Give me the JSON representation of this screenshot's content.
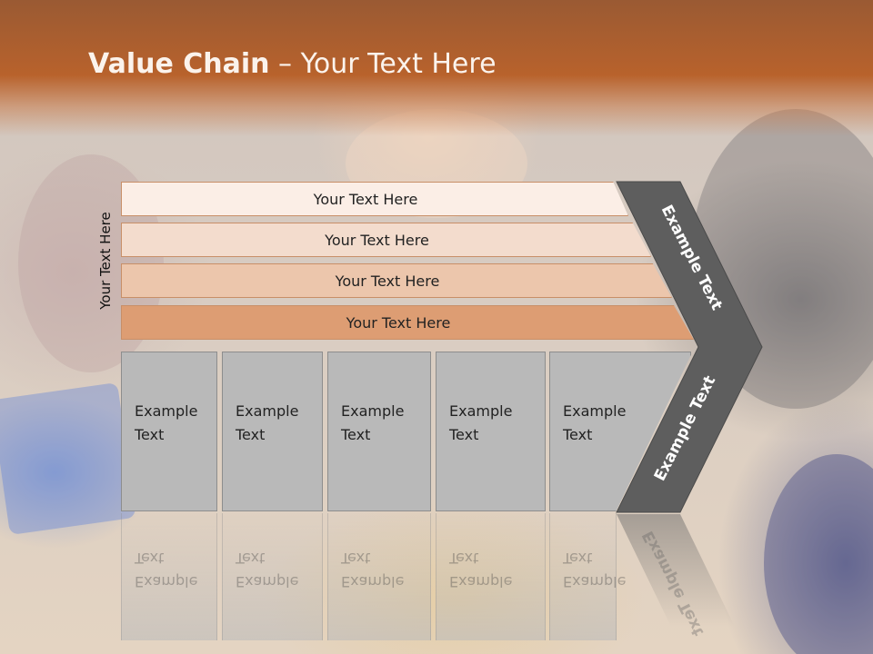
{
  "slide": {
    "title_bold": "Value Chain",
    "title_rest": " – Your Text Here",
    "side_label": "Your Text Here"
  },
  "rows": [
    {
      "label": "Your Text Here"
    },
    {
      "label": "Your Text Here"
    },
    {
      "label": "Your Text Here"
    },
    {
      "label": "Your Text Here"
    }
  ],
  "boxes": [
    {
      "line1": "Example",
      "line2": "Text"
    },
    {
      "line1": "Example",
      "line2": "Text"
    },
    {
      "line1": "Example",
      "line2": "Text"
    },
    {
      "line1": "Example",
      "line2": "Text"
    },
    {
      "line1": "Example",
      "line2": "Text"
    }
  ],
  "chevron": {
    "upper_label": "Example Text",
    "lower_label": "Example Text",
    "color": "#5e5e5e"
  },
  "colors": {
    "header": "#b8622c",
    "row1": "#fbeee6",
    "row2": "#f3dccd",
    "row3": "#ecc6ac",
    "row4": "#dd9d73",
    "box": "#b9b9b9"
  }
}
